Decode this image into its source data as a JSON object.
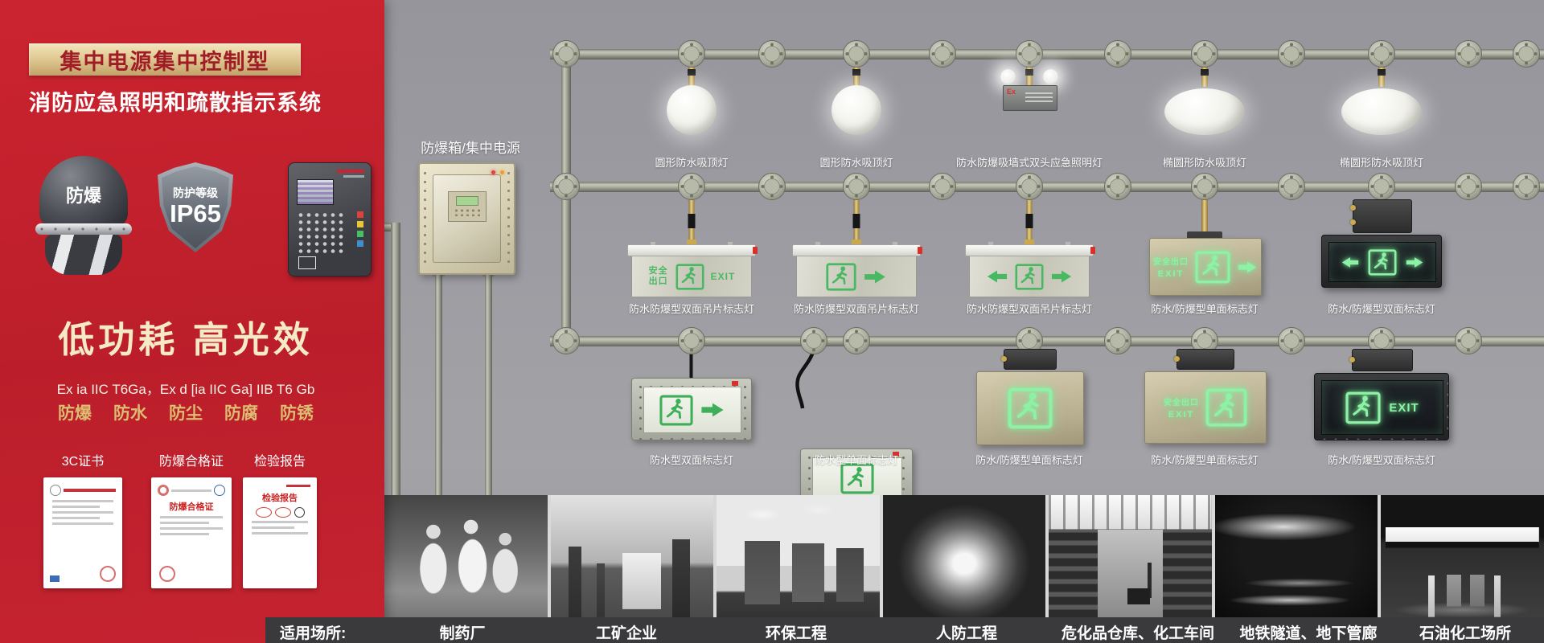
{
  "panel": {
    "banner": "集中电源集中控制型",
    "subtitle": "消防应急照明和疏散指示系统",
    "helmet_label": "防爆",
    "shield_label": "防护等级",
    "shield_rating": "IP65",
    "slogan": "低功耗 高光效",
    "ex_spec": "Ex ia IIC T6Ga，Ex d [ia IIC Ga] IIB T6 Gb",
    "features": [
      "防爆",
      "防水",
      "防尘",
      "防腐",
      "防锈"
    ],
    "certs": [
      {
        "label": "3C证书"
      },
      {
        "label": "防爆合格证",
        "doc_title": "防爆合格证"
      },
      {
        "label": "检验报告",
        "doc_title": "检验报告"
      }
    ]
  },
  "diagram": {
    "power_box_label": "防爆箱/集中电源",
    "sign_text": {
      "safety_exit": "安全出口",
      "exit": "EXIT",
      "ex_mark": "Ex"
    },
    "row1": [
      "圆形防水吸顶灯",
      "圆形防水吸顶灯",
      "防水防爆吸墙式双头应急照明灯",
      "椭圆形防水吸顶灯",
      "椭圆形防水吸顶灯"
    ],
    "row2": [
      "防水防爆型双面吊片标志灯",
      "防水防爆型双面吊片标志灯",
      "防水防爆型双面吊片标志灯",
      "防水/防爆型单面标志灯",
      "防水/防爆型双面标志灯"
    ],
    "row3": [
      "防水型双面标志灯",
      "防水型单面标志灯",
      "防水/防爆型单面标志灯",
      "防水/防爆型单面标志灯",
      "防水/防爆型双面标志灯"
    ]
  },
  "footer": {
    "prefix": "适用场所:",
    "locations": [
      "制药厂",
      "工矿企业",
      "环保工程",
      "人防工程",
      "危化品仓库、化工车间",
      "地铁隧道、地下管廊",
      "石油化工场所"
    ]
  },
  "colors": {
    "red": "#c5212b",
    "gold": "#d8b96e",
    "green_glow": "#8df2a6",
    "sign_green": "#49b862"
  }
}
